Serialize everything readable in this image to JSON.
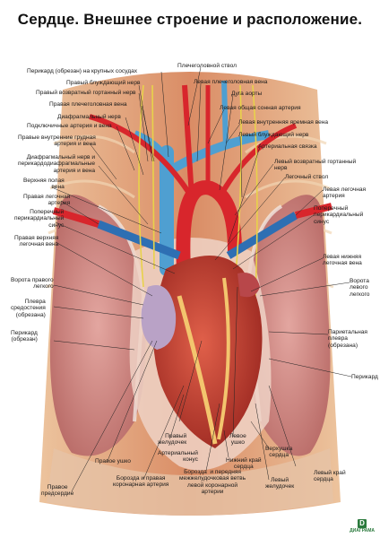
{
  "title": "Сердце. Внешнее строение и  расположение.",
  "labels": {
    "l01": "Перикард (обрезан) на крупных сосудах",
    "l02": "Правый блуждающий нерв",
    "l03": "Правый возвратный гортанный нерв",
    "l04": "Правая плечеголовная вена",
    "l05": "Диафрагмальный нерв",
    "l06": "Подключичные артерия и вена",
    "l07": "Правые внутренние грудная\nартерия и вена",
    "l08": "Диафрагмальный нерв и\nперикардодиафрагмальные\nартерия и вена",
    "l09": "Верхняя полая\nвена",
    "l10": "Правая легочная\nартерия",
    "l11": "Поперечный\nперикардиальный\nсинус",
    "l12": "Правая верхняя\nлегочная вена",
    "l13": "Ворота правого\nлегкого",
    "l14": "Плевра\nсредостения\n(обрезана)",
    "l15": "Перикард\n(обрезан)",
    "r01": "Плечеголовной ствол",
    "r02": "Левая плечеголовная вена",
    "r03": "Дуга аорты",
    "r04": "Левая общая сонная артерия",
    "r05": "Левая внутренняя яремная вена",
    "r06": "Левый блуждающий нерв",
    "r07": "Артериальная связка",
    "r08": "Левый возвратный гортанный\nнерв",
    "r09": "Легочный ствол",
    "r10": "Левая легочная\nартерия",
    "r11": "Поперечный\nперикардиальный\nсинус",
    "r12": "Левая нижняя\nлегочная вена",
    "r13": "Ворота\nлевого\nлегкого",
    "r14": "Париетальная\nплевра\n(обрезана)",
    "r15": "Перикард",
    "b01": "Правый\nжелудочек",
    "b02": "Артериальный\nконус",
    "b03": "Левое\nушко",
    "b04": "Нижний край\nсердца",
    "b05": "Верхушка\nсердца",
    "b06": "Левый край\nсердца",
    "b07": "Левый\nжелудочек",
    "b08": "Правое ушко",
    "b09": "Борозда и правая\nкоронарная артерия",
    "b10": "Борозда  и передняя\nмежжелудочковая ветвь\nлевой коронарной\nартерии",
    "b11": "Правое\nпредсердие"
  },
  "logo": {
    "mark": "D",
    "text": "ДИАГРАМА"
  },
  "colors": {
    "artery": "#d8262c",
    "vein": "#4f9fd1",
    "lung": "#c9837e",
    "heart": "#c0392b",
    "nerve": "#e8d24a",
    "muscle": "#d98a5a"
  }
}
